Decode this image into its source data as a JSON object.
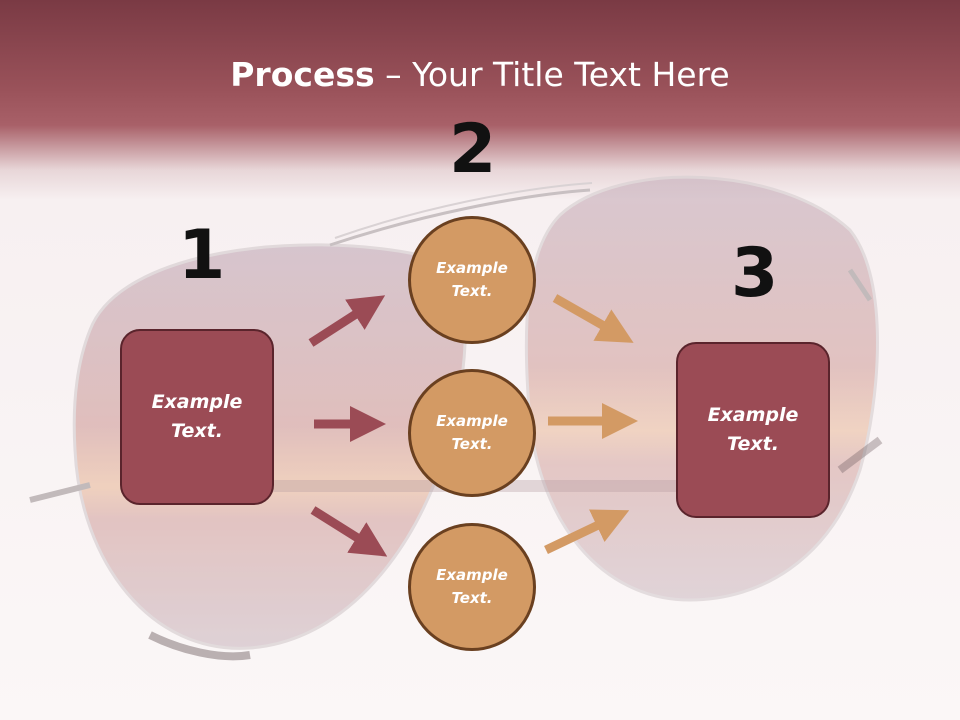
{
  "title": {
    "bold": "Process",
    "dash": " – ",
    "rest": "Your Title Text Here"
  },
  "steps": [
    {
      "number": "1"
    },
    {
      "number": "2"
    },
    {
      "number": "3"
    }
  ],
  "left_box": {
    "line1": "Example",
    "line2": "Text."
  },
  "right_box": {
    "line1": "Example",
    "line2": "Text."
  },
  "circles": [
    {
      "line1": "Example",
      "line2": "Text."
    },
    {
      "line1": "Example",
      "line2": "Text."
    },
    {
      "line1": "Example",
      "line2": "Text."
    }
  ],
  "colors": {
    "box": "#9b4b55",
    "circle": "#d39a64",
    "left_arrow": "#9b4b55",
    "right_arrow": "#d39a64",
    "header": "#9a525a"
  }
}
